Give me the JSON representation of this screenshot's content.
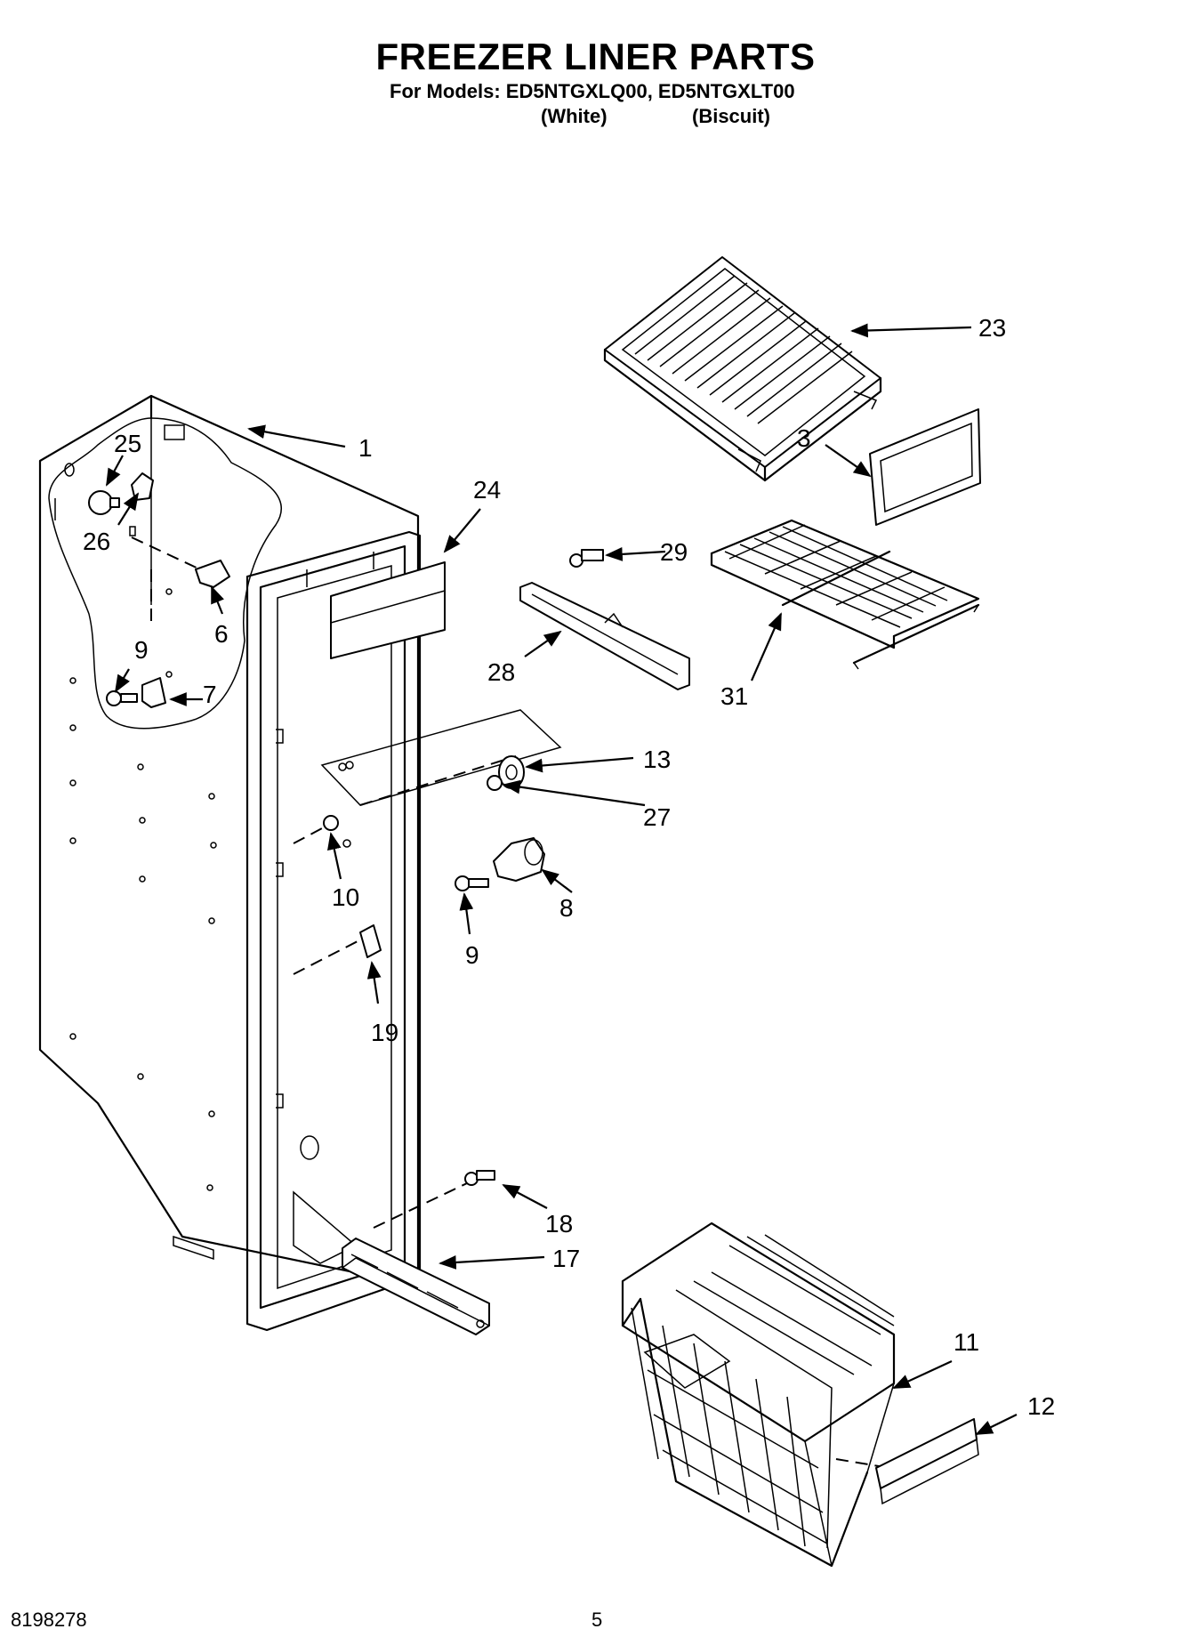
{
  "header": {
    "title": "FREEZER LINER PARTS",
    "models_line": "For Models: ED5NTGXLQ00, ED5NTGXLT00",
    "color_white": "(White)",
    "color_biscuit": "(Biscuit)"
  },
  "callouts": {
    "c1": "1",
    "c3": "3",
    "c6": "6",
    "c7": "7",
    "c8": "8",
    "c9a": "9",
    "c9b": "9",
    "c10": "10",
    "c11": "11",
    "c12": "12",
    "c13": "13",
    "c17": "17",
    "c18": "18",
    "c19": "19",
    "c23": "23",
    "c24": "24",
    "c25": "25",
    "c26": "26",
    "c27": "27",
    "c28": "28",
    "c29": "29",
    "c31": "31"
  },
  "footer": {
    "doc_number": "8198278",
    "page_number": "5"
  }
}
